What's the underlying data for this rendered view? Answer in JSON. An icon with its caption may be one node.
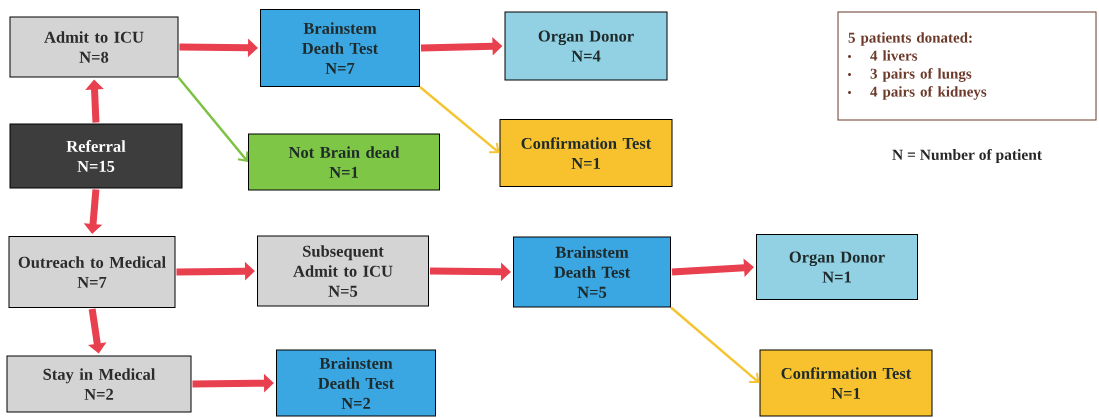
{
  "diagram": {
    "nodes": [
      {
        "text": [
          "Admit to ICU",
          "N=8"
        ]
      },
      {
        "text": [
          "Referral",
          "N=15"
        ]
      },
      {
        "text": [
          "Brainstem Death Test",
          "N=7"
        ]
      },
      {
        "text": [
          "Not Brain dead",
          "N=1"
        ]
      },
      {
        "text": [
          "Organ Donor",
          "N=4"
        ]
      },
      {
        "text": [
          "Confirmation Test",
          "N=1"
        ]
      },
      {
        "text": [
          "5 patients donated:",
          "4 livers",
          "3 pairs of lungs",
          "4 pairs of kidneys"
        ]
      },
      {
        "text": [
          "Outreach to Medical",
          "N=7"
        ]
      },
      {
        "text": [
          "Subsequent Admit to ICU",
          "N=5"
        ]
      },
      {
        "text": [
          "Brainstem Death Test",
          "N=5"
        ]
      },
      {
        "text": [
          "Organ Donor",
          "N=1"
        ]
      },
      {
        "text": [
          "Confirmation Test",
          "N=1"
        ]
      },
      {
        "text": [
          "Stay in Medical",
          "N=2"
        ]
      },
      {
        "text": [
          "Brainstem Death Test",
          "N=2"
        ]
      }
    ],
    "edges": [
      {
        "from": 1,
        "to": 0,
        "arrow": "to"
      },
      {
        "from": 0,
        "to": 2,
        "arrow": "to"
      },
      {
        "from": 2,
        "to": 4,
        "arrow": "to"
      },
      {
        "from": 0,
        "to": 3,
        "arrow": "to",
        "color": "#7cc242"
      },
      {
        "from": 2,
        "to": 5,
        "arrow": "to",
        "color": "#f5c431"
      },
      {
        "from": 1,
        "to": 7,
        "arrow": "to"
      },
      {
        "from": 7,
        "to": 8,
        "arrow": "to"
      },
      {
        "from": 8,
        "to": 9,
        "arrow": "to"
      },
      {
        "from": 9,
        "to": 10,
        "arrow": "to"
      },
      {
        "from": 9,
        "to": 11,
        "arrow": "to",
        "color": "#f5c431"
      },
      {
        "from": 7,
        "to": 12,
        "arrow": "to"
      },
      {
        "from": 12,
        "to": 13,
        "arrow": "to"
      }
    ],
    "labels": [
      "N = Number of patient"
    ]
  }
}
